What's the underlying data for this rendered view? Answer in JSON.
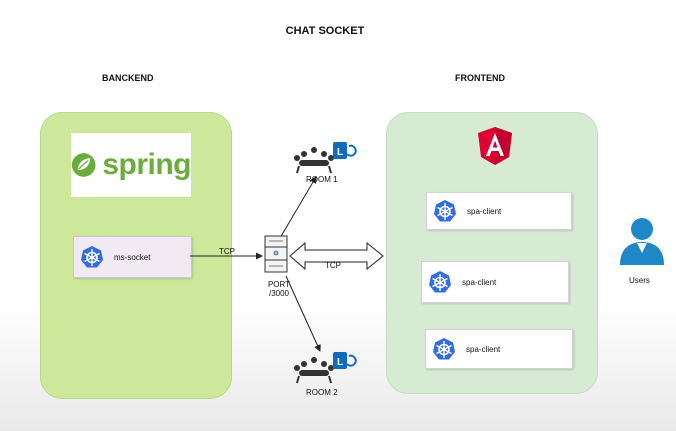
{
  "title": "CHAT SOCKET",
  "sections": {
    "backend": "BANCKEND",
    "frontend": "FRONTEND"
  },
  "logos": {
    "spring": "spring"
  },
  "backend": {
    "service": "ms-socket"
  },
  "connections": {
    "tcp_left": "TCP",
    "tcp_right": "TCP"
  },
  "port": {
    "line1": "PORT",
    "line2": "/3000"
  },
  "rooms": {
    "room1": "ROOM 1",
    "room2": "ROOM 2"
  },
  "frontend": {
    "clients": [
      "spa-client",
      "spa-client",
      "spa-client"
    ]
  },
  "users": "Users",
  "colors": {
    "backend_panel": "#cde89a",
    "frontend_panel": "#d7ead4",
    "spring_green": "#6aad3d",
    "angular_red": "#dd0031",
    "kubernetes_blue": "#326ce5",
    "user_blue": "#1e88c7"
  }
}
